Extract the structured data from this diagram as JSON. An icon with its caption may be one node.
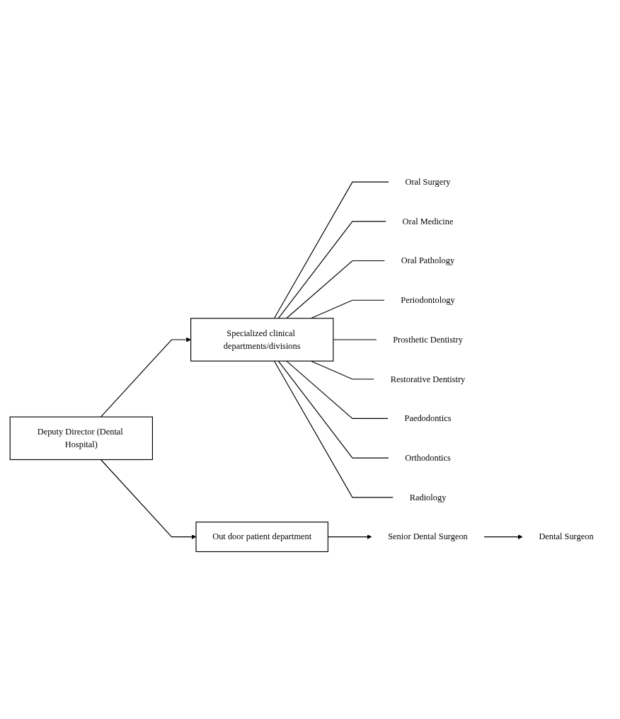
{
  "diagram": {
    "nodes": [
      {
        "text": [
          "Deputy Director (Dental Hospital)"
        ]
      },
      {
        "text": [
          "Specialized clinical departments/divisions"
        ]
      },
      {
        "text": [
          "Out door patient department"
        ]
      },
      {
        "text": [
          "Oral Surgery"
        ]
      },
      {
        "text": [
          "Oral Medicine"
        ]
      },
      {
        "text": [
          "Oral Pathology"
        ]
      },
      {
        "text": [
          "Periodontology"
        ]
      },
      {
        "text": [
          "Prosthetic Dentistry"
        ]
      },
      {
        "text": [
          "Restorative Dentistry"
        ]
      },
      {
        "text": [
          "Paedodontics"
        ]
      },
      {
        "text": [
          "Orthodontics"
        ]
      },
      {
        "text": [
          "Radiology"
        ]
      },
      {
        "text": [
          "Senior Dental Surgeon"
        ]
      },
      {
        "text": [
          "Dental Surgeon"
        ]
      }
    ],
    "edges": [
      {
        "from": 0,
        "to": 1,
        "arrow": "to"
      },
      {
        "from": 0,
        "to": 2,
        "arrow": "to"
      },
      {
        "from": 1,
        "to": 3,
        "arrow": "none"
      },
      {
        "from": 1,
        "to": 4,
        "arrow": "none"
      },
      {
        "from": 1,
        "to": 5,
        "arrow": "none"
      },
      {
        "from": 1,
        "to": 6,
        "arrow": "none"
      },
      {
        "from": 1,
        "to": 7,
        "arrow": "none"
      },
      {
        "from": 1,
        "to": 8,
        "arrow": "none"
      },
      {
        "from": 1,
        "to": 9,
        "arrow": "none"
      },
      {
        "from": 1,
        "to": 10,
        "arrow": "none"
      },
      {
        "from": 1,
        "to": 11,
        "arrow": "none"
      },
      {
        "from": 2,
        "to": 12,
        "arrow": "to"
      },
      {
        "from": 12,
        "to": 13,
        "arrow": "to"
      }
    ]
  }
}
